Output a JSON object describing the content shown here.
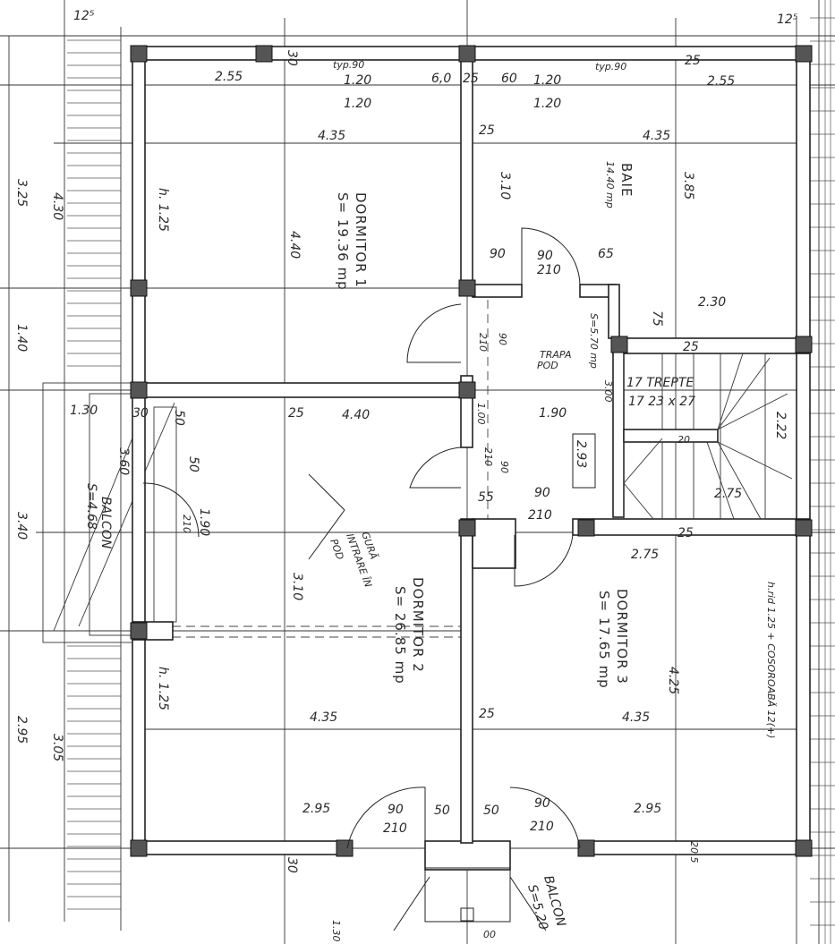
{
  "rooms": {
    "d1_name": "DORMITOR 1",
    "d1_area": "S= 19.36 mp",
    "d2_name": "DORMITOR 2",
    "d2_area": "S= 26.85 mp",
    "d3_name": "DORMITOR 3",
    "d3_area": "S= 17.65 mp",
    "bath_name": "BAIE",
    "bath_area": "14.40 mp",
    "hall_area": "S=5.70 mp",
    "hatch": "TRAPA",
    "hatch2": "POD",
    "stairs": "17 TREPTE",
    "stairs_dim": "17 23 x 27",
    "attic1": "GURĂ",
    "attic2": "INTRARE ÎN",
    "attic3": "POD",
    "balcony_left": "BALCON",
    "balcony_left_area": "S=4.68",
    "balcony_bottom": "BALCON",
    "balcony_bottom_area": "S=5.20",
    "note": "h.rid 1.25 + COSOROABĂ 12(+)"
  },
  "dims": {
    "t1": "12⁵",
    "t2": "12⁵",
    "t3": "2.55",
    "t4": "1.20",
    "t5": "1.20",
    "t6": "6,0",
    "t7": "25",
    "t8": "60",
    "t9": "1.20",
    "t10": "1.20",
    "t11": "2.55",
    "t12": "4.35",
    "t13": "25",
    "t14": "4.35",
    "t15": "30",
    "t16": "25",
    "t17": "typ.90",
    "t18": "typ.90",
    "l1": "3.25",
    "l2": "4.30",
    "l3": "1.40",
    "l4": "3.40",
    "l5": "2.95",
    "l6": "3.05",
    "l7": "1.30",
    "m1": "h. 1.25",
    "m2": "4.40",
    "m3": "3.10",
    "m4": "3.85",
    "m5": "90",
    "m6": "90",
    "m7": "210",
    "m8": "65",
    "m9": "75",
    "m10": "2.30",
    "m11": "210",
    "m12": "90",
    "m13": "25",
    "r1": "30",
    "r2": "50",
    "r3": "25",
    "r4": "4.40",
    "r5": "1.00",
    "r6": "1.90",
    "r7": "3.00",
    "r8": "2.22",
    "r9": "2.93",
    "r10": "2.75",
    "r11": "2.75",
    "r12": "90",
    "r13": "210",
    "r14": "55",
    "r15": "90",
    "r16": "210",
    "r17": "25",
    "r18": "20",
    "r19": "1.90",
    "r20": "50",
    "r21": "210",
    "r22": "3.60",
    "r23": "3.10",
    "b1": "h. 1.25",
    "b2": "4.35",
    "b3": "25",
    "b4": "4.35",
    "b5": "4.25",
    "b6": "2.95",
    "b7": "90",
    "b8": "210",
    "b9": "50",
    "b10": "50",
    "b11": "90",
    "b12": "210",
    "b13": "2.95",
    "b14": "30",
    "b15": "20.5",
    "b16": "1.30",
    "b17": "00"
  }
}
